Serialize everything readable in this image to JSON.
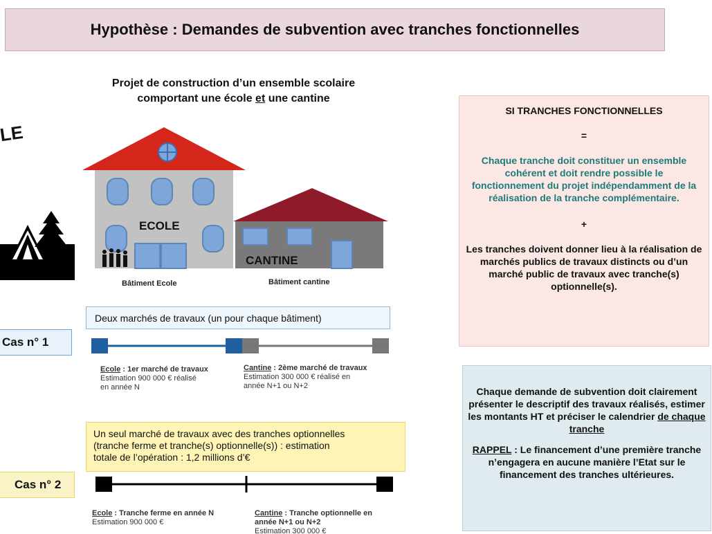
{
  "title": "Hypothèse : Demandes de subvention avec tranches fonctionnelles",
  "project": {
    "line1": "Projet de construction d’un ensemble scolaire",
    "line2_a": "comportant une école ",
    "line2_u": "et",
    "line2_b": " une cantine"
  },
  "partial_left_text": "LE",
  "buildings": {
    "ecole_label": "ECOLE",
    "cantine_label": "CANTINE",
    "ecole_caption": "Bâtiment Ecole",
    "cantine_caption": "Bâtiment cantine"
  },
  "cas1": {
    "label": "Cas n° 1",
    "box_text": "Deux marchés de travaux (un pour chaque bâtiment)",
    "ecole_title": "Ecole",
    "ecole_rest": " : 1er marché de travaux",
    "ecole_line2": "Estimation  900 000 € réalisé",
    "ecole_line3": "en année N",
    "cantine_title": "Cantine",
    "cantine_rest": " : 2ème marché de travaux",
    "cantine_line2": "Estimation 300 000 € réalisé en",
    "cantine_line3": "année N+1 ou N+2"
  },
  "cas2": {
    "label": "Cas n° 2",
    "box_line1": "Un seul marché de travaux avec des tranches optionnelles",
    "box_line2": "(tranche ferme et tranche(s) optionnelle(s)) : estimation",
    "box_line3": "totale de l’opération : 1,2 millions d’€",
    "ecole_title": "Ecole",
    "ecole_rest": " : Tranche ferme en année N",
    "ecole_line2": "Estimation  900 000 €",
    "cantine_title": "Cantine",
    "cantine_rest": " : Tranche optionnelle en",
    "cantine_line2": "année N+1 ou N+2",
    "cantine_line3": "Estimation 300 000 €"
  },
  "right_top": {
    "heading": "SI TRANCHES FONCTIONNELLES",
    "equals": "=",
    "teal_text": "Chaque  tranche doit constituer un ensemble cohérent et doit rendre possible le fonctionnement du projet indépendamment de la réalisation de la tranche complémentaire.",
    "plus": "+",
    "bottom_text": "Les tranches doivent donner lieu à la réalisation de marchés publics de travaux distincts ou d’un marché public de travaux avec tranche(s) optionnelle(s)."
  },
  "right_bottom": {
    "para1_a": "Chaque demande de subvention doit clairement présenter le descriptif des travaux réalisés, estimer les montants HT et préciser le calendrier ",
    "para1_u": "de chaque tranche",
    "rappel_label": "RAPPEL",
    "rappel_text": " : Le financement d’une première tranche n’engagera en aucune manière l’Etat sur le financement des tranches ultérieures."
  },
  "colors": {
    "roof_red": "#d5261c",
    "roof_dark": "#8e1a2a",
    "wall_grey": "#c2c2c2",
    "wall_dark": "#7a7a7a",
    "window_blue": "#7fa6d8",
    "line_blue": "#1f5fa0",
    "line_grey": "#777777",
    "teal": "#1f7a7a"
  }
}
